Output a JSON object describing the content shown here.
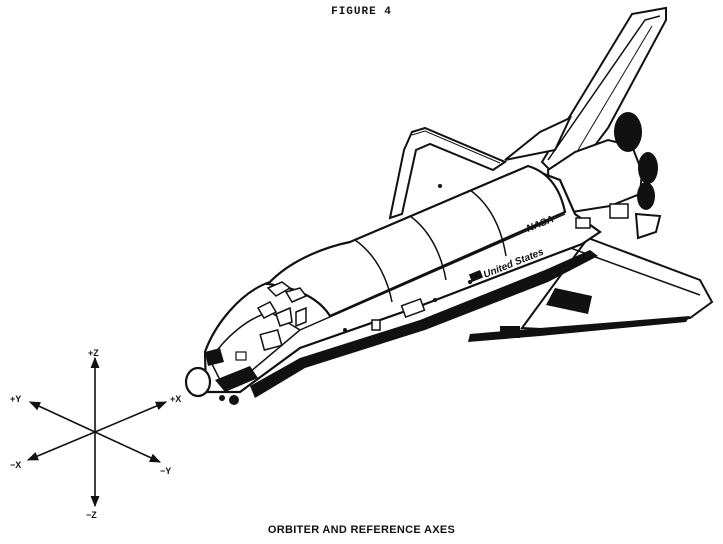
{
  "figure": {
    "title": "FIGURE 4",
    "caption": "ORBITER AND REFERENCE AXES"
  },
  "orbiter": {
    "nasa_label": "NASA",
    "country_label": "United States",
    "flag_icon": "us-flag-icon"
  },
  "axes": {
    "labels": {
      "pos_z": "+Z",
      "neg_z": "−Z",
      "pos_y": "+Y",
      "neg_y": "−Y",
      "pos_x": "+X",
      "neg_x": "−X"
    }
  },
  "colors": {
    "ink": "#111111",
    "paper": "#ffffff"
  }
}
